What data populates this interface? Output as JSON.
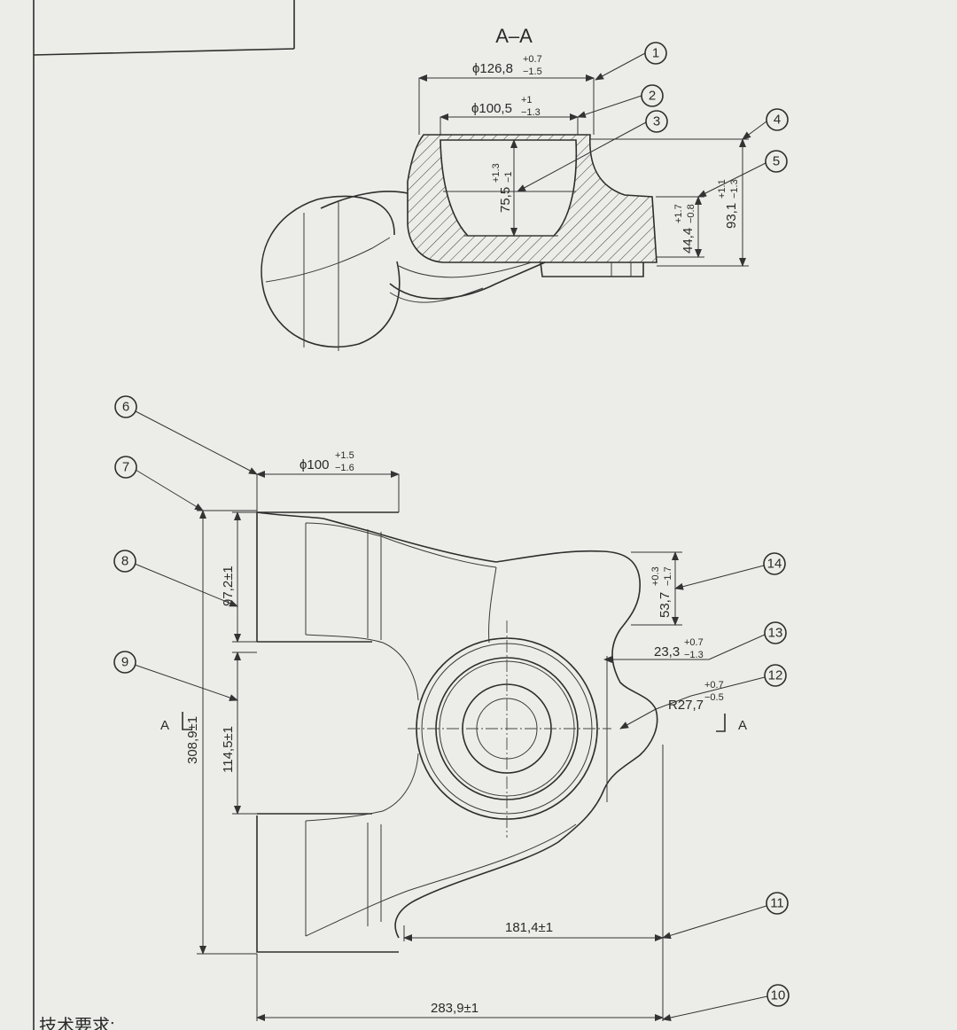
{
  "section_title": "A–A",
  "view_marks": {
    "left": "A",
    "right": "A"
  },
  "dimensions": {
    "d1": {
      "sym": "ϕ",
      "base": "126,8",
      "up": "+0.7",
      "lo": "−1.5"
    },
    "d2": {
      "sym": "ϕ",
      "base": "100,5",
      "up": "+1",
      "lo": "−1.3"
    },
    "d3": {
      "base": "75,5",
      "up": "+1.3",
      "lo": "−1"
    },
    "d4": {
      "base": "93,1",
      "up": "+1.1",
      "lo": "−1.3"
    },
    "d5": {
      "base": "44,4",
      "up": "+1.7",
      "lo": "−0.8"
    },
    "d6": {
      "sym": "ϕ",
      "base": "100",
      "up": "+1.5",
      "lo": "−1.6"
    },
    "d7": {
      "text": "308,9±1"
    },
    "d8": {
      "text": "97,2±1"
    },
    "d9": {
      "text": "114,5±1"
    },
    "d10": {
      "text": "283,9±1"
    },
    "d11": {
      "text": "181,4±1"
    },
    "d12": {
      "base": "R27,7",
      "up": "+0.7",
      "lo": "−0.5"
    },
    "d13": {
      "base": "23,3",
      "up": "+0.7",
      "lo": "−1.3"
    },
    "d14": {
      "base": "53,7",
      "up": "+0.3",
      "lo": "−1.7"
    }
  },
  "balloons": [
    "1",
    "2",
    "3",
    "4",
    "5",
    "6",
    "7",
    "8",
    "9",
    "10",
    "11",
    "12",
    "13",
    "14"
  ],
  "footer_text": "技术要求:"
}
